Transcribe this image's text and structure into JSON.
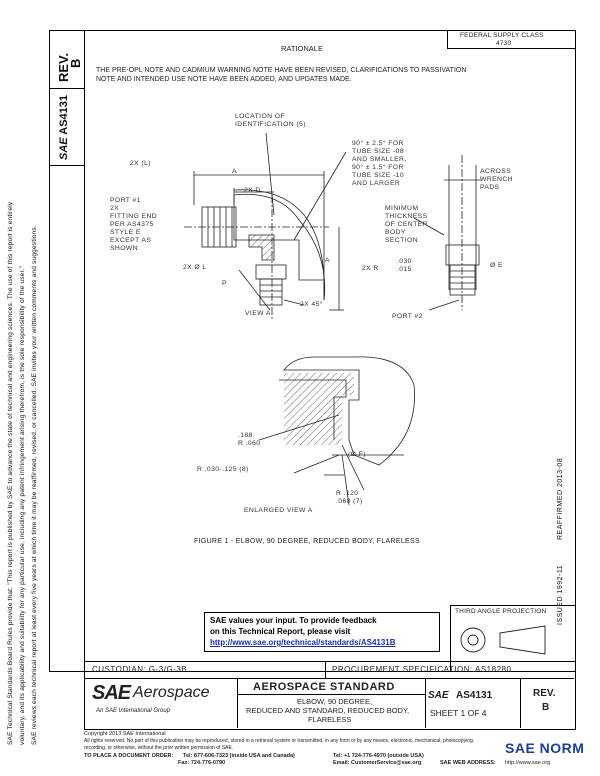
{
  "header": {
    "rev_label": "REV.",
    "rev_value": "B",
    "doc_number_vertical": "AS4131",
    "rationale_title": "RATIONALE",
    "fed_class": "FEDERAL SUPPLY CLASS",
    "fed_class_number": "4730",
    "rationale_text_line1": "THE PRE-OPL NOTE AND CADMIUM WARNING NOTE HAVE BEEN REVISED, CLARIFICATIONS TO PASSIVATION",
    "rationale_text_line2": "NOTE AND INTENDED USE NOTE HAVE BEEN ADDED, AND UPDATES MADE."
  },
  "left_notes": {
    "line1": "SAE Technical Standards Board Rules provide that: \"This report is published by SAE to advance the state of technical and engineering sciences. The use of this report is entirely",
    "line2": "voluntary, and its applicability and suitability for any particular use, including any patent infringement arising therefrom, is the sole responsibility of the user.\"",
    "line3": "SAE reviews each technical report at least every five years at which time it may be reaffirmed, revised, or cancelled. SAE invites your written comments and suggestions."
  },
  "right_margin": {
    "reaffirmed": "REAFFIRMED 2013-08",
    "issued": "ISSUED 1992-11"
  },
  "drawing": {
    "location_id": "LOCATION OF\nIDENTIFICATION (5)",
    "note_90": "90° ± 2.5° FOR\nTUBE SIZE -08\nAND SMALLER,\n90° ± 1.5° FOR\nTUBE SIZE -10\nAND LARGER",
    "across_wrench": "ACROSS\nWRENCH\nPADS",
    "port1_note": "PORT #1\n2X\nFITTING END\nPER AS4375\nSTYLE E\nEXCEPT AS\nSHOWN",
    "min_thickness": "MINIMUM\nTHICKNESS\nOF CENTER\nBODY\nSECTION",
    "dim_2x_ll": "2X (L)",
    "dim_a": "A",
    "dim_2x_d": "2X D",
    "dim_2x_o_l": "2X Ø L",
    "dim_p": "P",
    "dim_2x_45": "2X 45°",
    "dim_a_vert": "A",
    "view_a": "VIEW A",
    "dim_2x_r": "2X R",
    "dim_030_015": ".030\n.015",
    "dim_o_e": "Ø E",
    "port2": "PORT #2",
    "dim_r_188": ".188\nR .060",
    "dim_o_f": "(Ø F)",
    "dim_r_030": "R .030-.125 (8)",
    "dim_r_120": "R .120\n.060 (7)",
    "enlarged_view": "ENLARGED VIEW A",
    "figure_caption": "FIGURE 1 - ELBOW, 90 DEGREE, REDUCED BODY, FLARELESS"
  },
  "feedback": {
    "line1": "SAE values your input. To provide feedback",
    "line2": "on this Technical Report, please visit",
    "link": "http://www.sae.org/technical/standards/AS4131B"
  },
  "third_angle": "THIRD ANGLE PROJECTION",
  "title_block": {
    "custodian": "CUSTODIAN: G-3/G-3B",
    "procurement": "PROCUREMENT SPECIFICATION: AS18280",
    "logo_sae": "SAE",
    "logo_aero": "Aerospace",
    "logo_sub": "An SAE International Group",
    "main_title": "AEROSPACE STANDARD",
    "sub_title_line1": "ELBOW, 90 DEGREE,",
    "sub_title_line2": "REDUCED AND STANDARD, REDUCED BODY,",
    "sub_title_line3": "FLARELESS",
    "small_sae": "SAE",
    "doc_number": "AS4131",
    "sheet": "SHEET 1 OF 4",
    "rev_label": "REV.",
    "rev_value": "B"
  },
  "footer": {
    "copyright": "Copyright 2013 SAE International",
    "rights": "All rights reserved. No part of this publication may be reproduced, stored in a retrieval system or transmitted, in any form or by any means, electronic, mechanical, photocopying,",
    "rights2": "recording, or otherwise, without the prior written permission of SAE.",
    "order": "TO PLACE A DOCUMENT ORDER:",
    "tel": "Tel: 877-606-7323 (inside USA and Canada)",
    "tel2": "Tel: +1 724-776-4970 (outside USA)",
    "fax": "Fax: 724-776-0790",
    "email": "Email: CustomerService@sae.org",
    "web": "SAE WEB ADDRESS:",
    "web_url": "http://www.sae.org",
    "watermark": "SAE NORM"
  }
}
